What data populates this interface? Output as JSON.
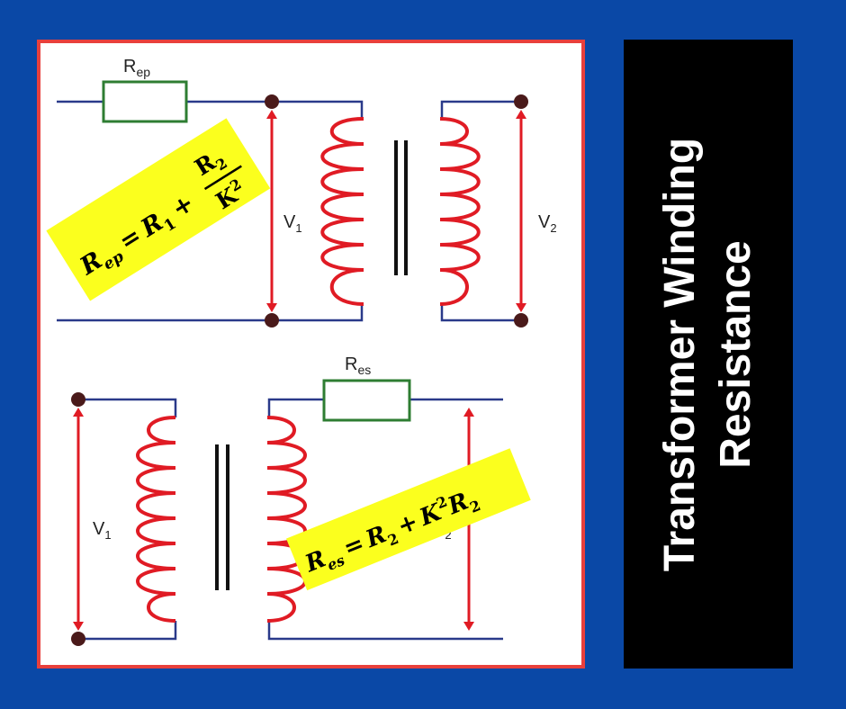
{
  "title": {
    "line1": "Transformer Winding",
    "line2": "Resistance"
  },
  "top_circuit": {
    "resistor_label": "R",
    "resistor_sub": "ep",
    "v1_label": "V",
    "v1_sub": "1",
    "v2_label": "V",
    "v2_sub": "2",
    "equation": {
      "lhs": "R",
      "lhs_sub": "ep",
      "eq": "=",
      "r1": "R",
      "r1_sub": "1",
      "plus": "+",
      "num": "R",
      "num_sub": "2",
      "den": "K",
      "den_sup": "2"
    }
  },
  "bottom_circuit": {
    "resistor_label": "R",
    "resistor_sub": "es",
    "v1_label": "V",
    "v1_sub": "1",
    "v2_label": "V",
    "v2_sub": "2",
    "equation": {
      "lhs": "R",
      "lhs_sub": "es",
      "eq": "=",
      "r2": "R",
      "r2_sub": "2",
      "plus": "+",
      "k": "K",
      "k_sup": "2",
      "r": "R",
      "r_sub": "2"
    }
  },
  "colors": {
    "background": "#0a48a6",
    "panel_border": "#e8403c",
    "wire": "#2a3a8a",
    "resistor": "#2e7d32",
    "coil": "#e01b24",
    "arrow": "#e01b24",
    "terminal": "#4a1a1a",
    "highlight": "#fbff1e",
    "title_box": "#000000",
    "title_text": "#ffffff"
  }
}
